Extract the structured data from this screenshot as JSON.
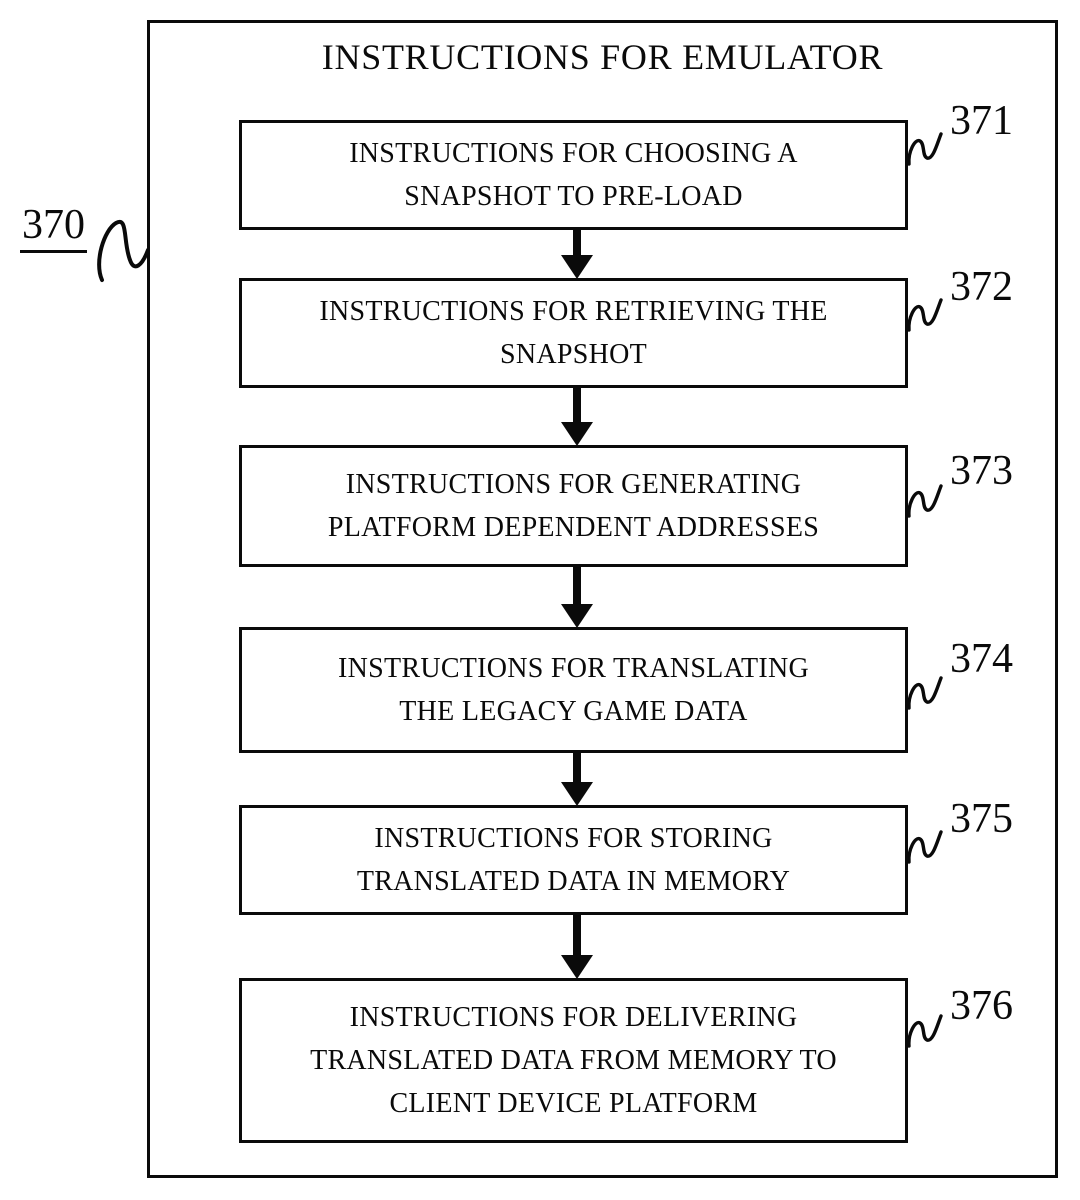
{
  "figure": {
    "title": "INSTRUCTIONS FOR EMULATOR",
    "ref": "370"
  },
  "boxes": [
    {
      "text": "INSTRUCTIONS FOR CHOOSING A\nSNAPSHOT TO PRE-LOAD",
      "ref": "371"
    },
    {
      "text": "INSTRUCTIONS FOR RETRIEVING THE\nSNAPSHOT",
      "ref": "372"
    },
    {
      "text": "INSTRUCTIONS FOR GENERATING\nPLATFORM DEPENDENT ADDRESSES",
      "ref": "373"
    },
    {
      "text": "INSTRUCTIONS FOR TRANSLATING\nTHE LEGACY GAME DATA",
      "ref": "374"
    },
    {
      "text": "INSTRUCTIONS FOR STORING\nTRANSLATED DATA IN MEMORY",
      "ref": "375"
    },
    {
      "text": "INSTRUCTIONS FOR DELIVERING\nTRANSLATED DATA FROM MEMORY TO\nCLIENT DEVICE PLATFORM",
      "ref": "376"
    }
  ],
  "colors": {
    "ink": "#0a0a0a",
    "background": "#ffffff"
  }
}
